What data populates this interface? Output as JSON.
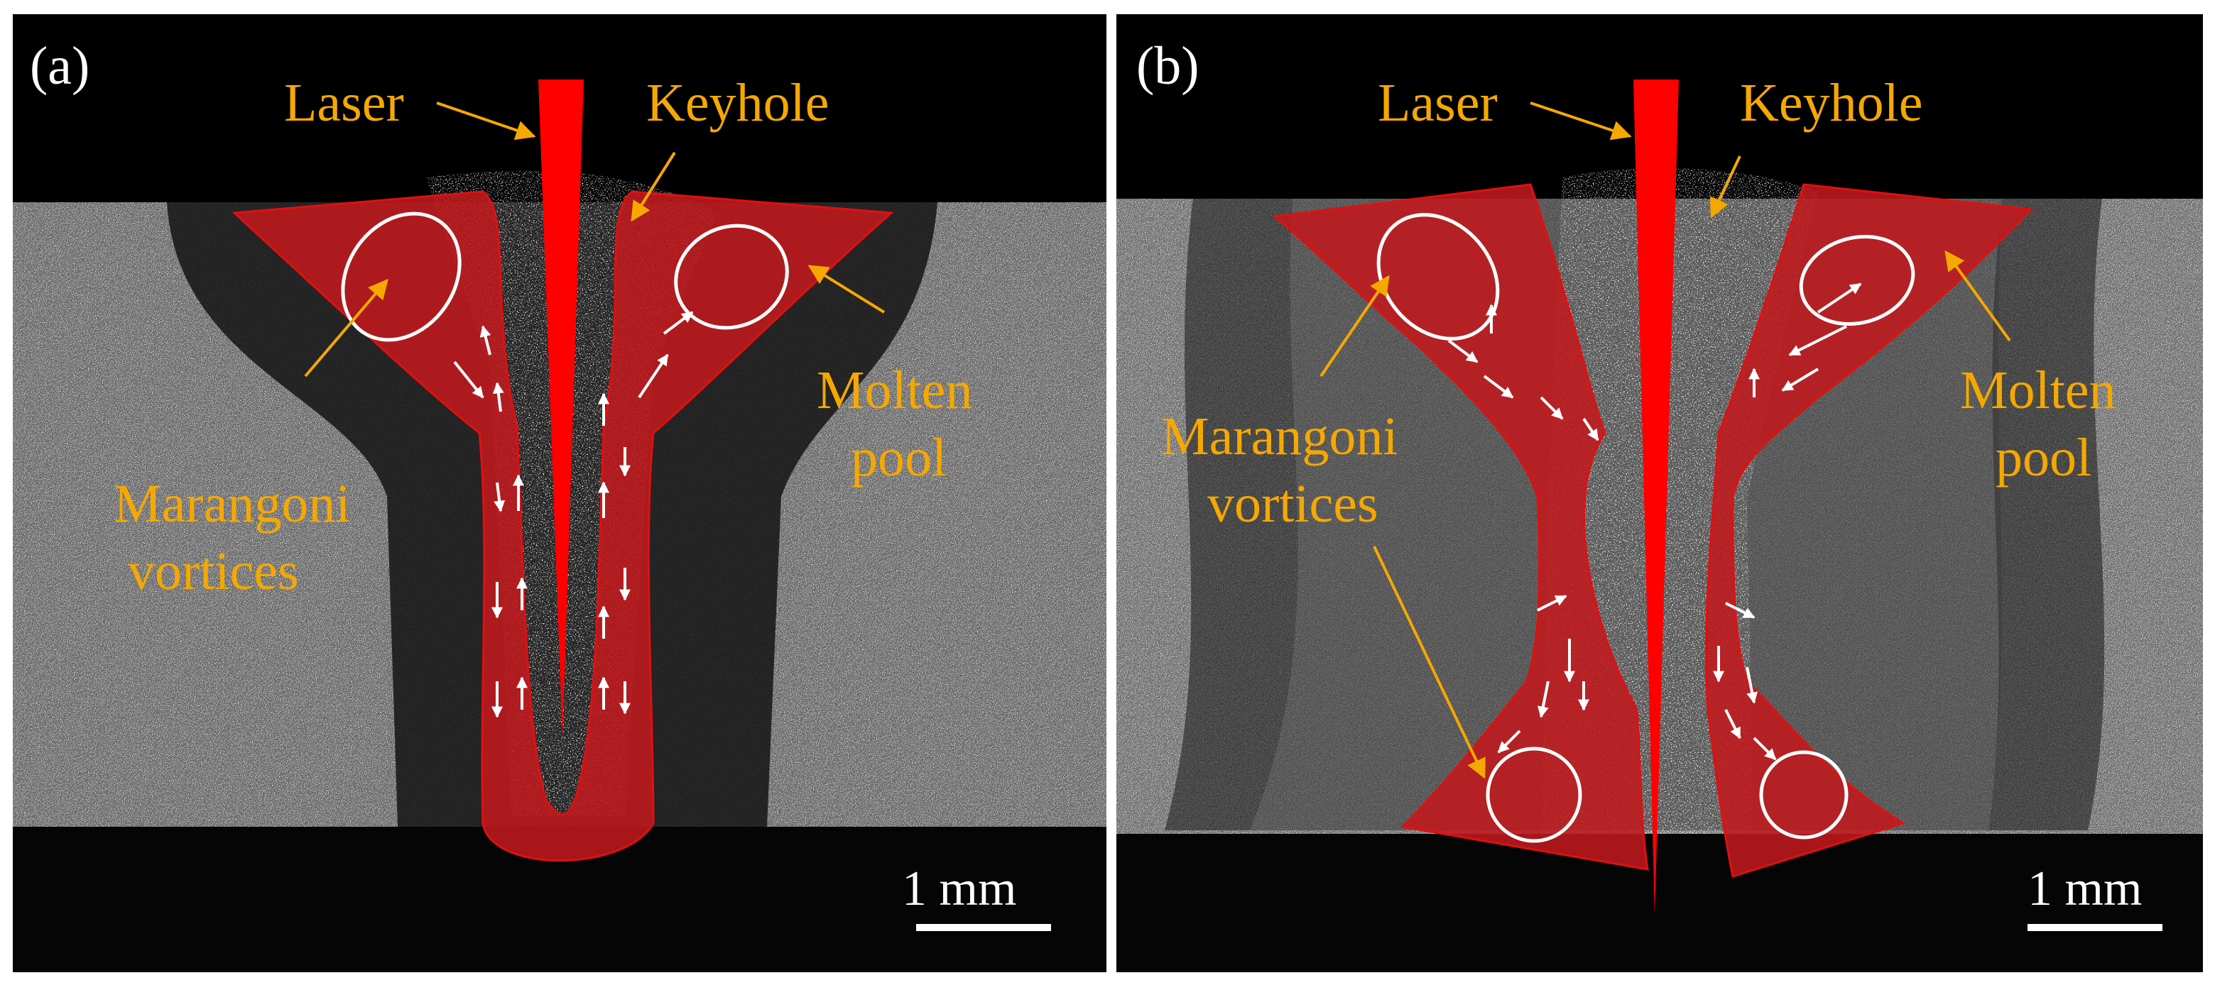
{
  "panels": [
    {
      "tag": "(a)",
      "laser": "Laser",
      "keyhole": "Keyhole",
      "molten_line1": "Molten",
      "molten_line2": "pool",
      "marangoni_line1": "Marangoni",
      "marangoni_line2": "vortices",
      "scale": "1 mm"
    },
    {
      "tag": "(b)",
      "laser": "Laser",
      "keyhole": "Keyhole",
      "molten_line1": "Molten",
      "molten_line2": "pool",
      "marangoni_line1": "Marangoni",
      "marangoni_line2": "vortices",
      "scale": "1 mm"
    }
  ],
  "colors": {
    "annotation": "#f5a800",
    "melt": "#c0191c",
    "laser": "#ff0000",
    "flow": "#ffffff"
  }
}
